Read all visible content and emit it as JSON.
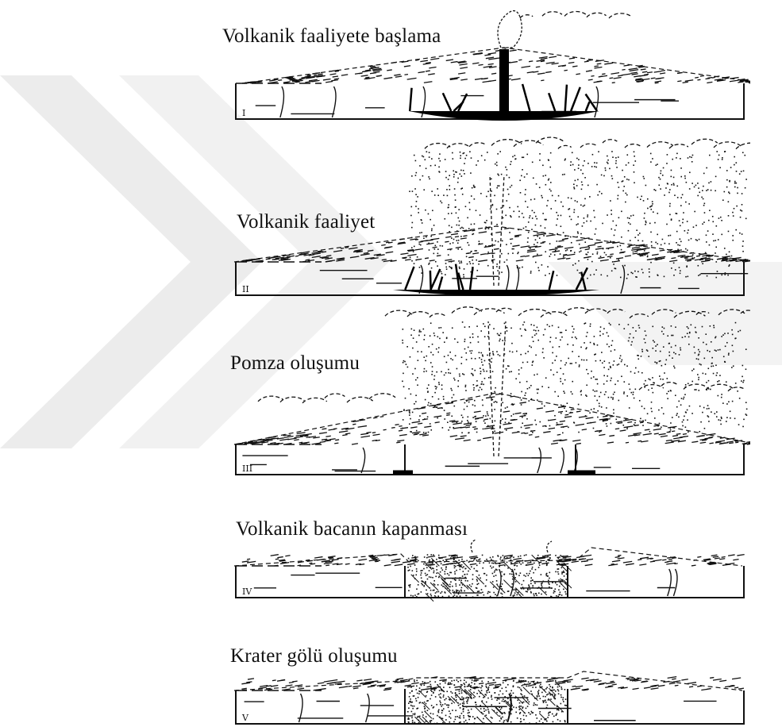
{
  "stages": [
    {
      "label": "Volkanik faaliyete başlama",
      "numeral": "I"
    },
    {
      "label": "Volkanik faaliyet",
      "numeral": "II"
    },
    {
      "label": "Pomza oluşumu",
      "numeral": "III"
    },
    {
      "label": "Volkanik bacanın kapanması",
      "numeral": "IV"
    },
    {
      "label": "Krater gölü oluşumu",
      "numeral": "V"
    }
  ],
  "colors": {
    "ink": "#111111",
    "magma": "#000000",
    "watermark": "#e9e9e9",
    "background": "#ffffff"
  }
}
